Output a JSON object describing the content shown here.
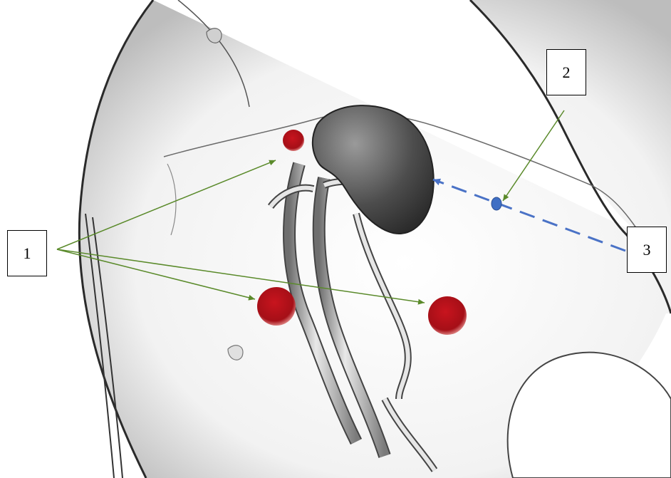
{
  "callouts": {
    "label_1": "1",
    "label_2": "2",
    "label_3": "3"
  },
  "colors": {
    "port_marker": "#b5121b",
    "camera_marker": "#3f6fc4",
    "leader_arrow": "#5a8a2a",
    "dashed_arrow": "#4a72c6",
    "outline": "#2a2a2a",
    "organ_fill": "#4d4d4d"
  },
  "icons": {
    "port_marker": "red-dot-icon",
    "camera_marker": "blue-dot-icon"
  }
}
